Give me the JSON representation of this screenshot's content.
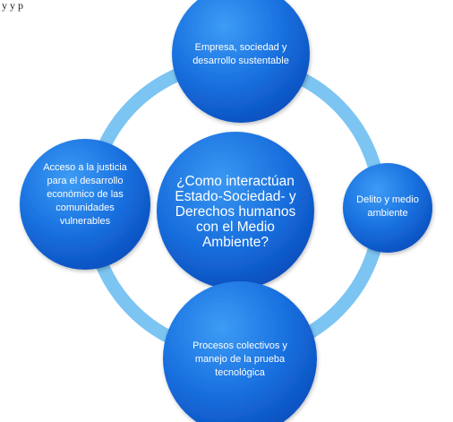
{
  "fragment": "y  y p",
  "colors": {
    "ring": "#7cc4f2",
    "node_light": "#2f8ff0",
    "node_dark": "#0b55c4",
    "text": "#ffffff"
  },
  "nodes": {
    "center": "¿Como interactúan Estado-Sociedad- y Derechos humanos con el Medio Ambiente?",
    "top": "Empresa, sociedad y desarrollo sustentable",
    "left": "Acceso a la justicia para el desarrollo económico de las comunidades vulnerables",
    "right": "Delito y medio ambiente",
    "bottom": "Procesos colectivos y manejo de la prueba tecnológica"
  }
}
